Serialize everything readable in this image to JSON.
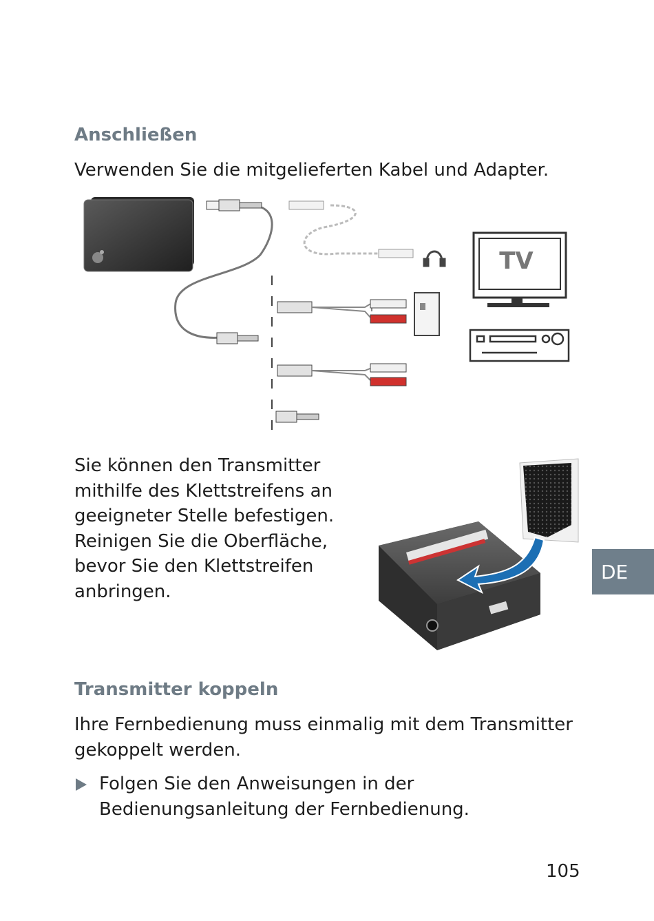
{
  "section1": {
    "heading": "Anschließen",
    "text": "Verwenden Sie die mitgelieferten Kabel und Adapter."
  },
  "illustration": {
    "tv_label": "TV"
  },
  "velcro": {
    "lines": [
      "Sie können den Transmitter",
      "mithilfe des Klettstreifens an",
      "geeigneter Stelle befestigen.",
      "Reinigen Sie die Oberfläche,",
      "bevor Sie den Klettstreifen",
      "anbringen."
    ]
  },
  "section2": {
    "heading": "Transmitter koppeln",
    "text_lines": [
      "Ihre Fernbedienung muss einmalig mit dem Transmitter",
      "gekoppelt werden."
    ],
    "bullet_lines": [
      "Folgen Sie den Anweisungen in der",
      "Bedienungsanleitung der Fernbedienung."
    ]
  },
  "side_tab": "DE",
  "page_number": "105",
  "colors": {
    "heading": "#6e7b85",
    "tab": "#6f7f8b",
    "arrow": "#1c6fb4",
    "rca_red": "#d0312d"
  }
}
